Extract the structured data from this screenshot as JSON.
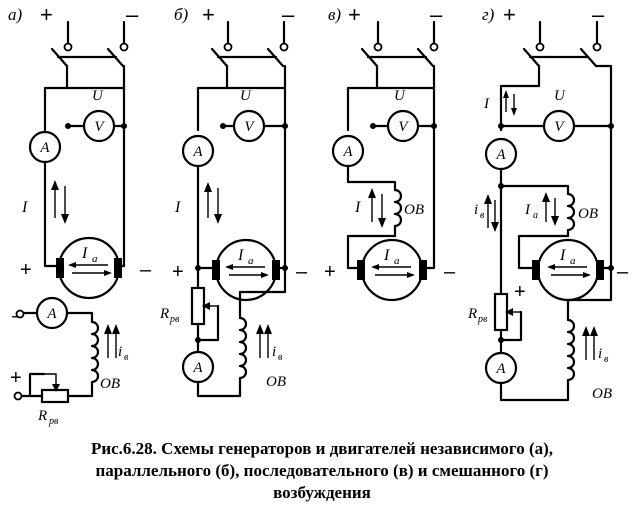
{
  "panels": [
    {
      "letter": "а)",
      "plus": "+",
      "minus": "–",
      "voltmeter": "V",
      "voltage_label": "U",
      "ammeter": "A",
      "current": "I",
      "armature_current": "I",
      "armature_sub": "a",
      "terminal_plus": "+",
      "terminal_minus": "–",
      "field_ammeter": "A",
      "field_minus": "–",
      "field_plus": "+",
      "field_current": "i",
      "field_sub": "в",
      "field_winding": "ОВ",
      "rheostat": "R",
      "rheostat_sub": "рв"
    },
    {
      "letter": "б)",
      "plus": "+",
      "minus": "–",
      "voltmeter": "V",
      "voltage_label": "U",
      "ammeter": "A",
      "current": "I",
      "armature_current": "I",
      "armature_sub": "a",
      "terminal_plus": "+",
      "terminal_minus": "–",
      "rheostat": "R",
      "rheostat_sub": "рв",
      "field_ammeter": "A",
      "field_current": "i",
      "field_sub": "в",
      "field_winding": "ОВ"
    },
    {
      "letter": "в)",
      "plus": "+",
      "minus": "–",
      "voltmeter": "V",
      "voltage_label": "U",
      "ammeter": "A",
      "current": "I",
      "field_winding": "ОВ",
      "armature_current": "I",
      "armature_sub": "a",
      "terminal_plus": "+",
      "terminal_minus": "–"
    },
    {
      "letter": "г)",
      "plus": "+",
      "minus": "–",
      "voltmeter": "V",
      "voltage_label": "U",
      "ammeter": "A",
      "current": "I",
      "field_current": "i",
      "field_sub": "в",
      "armature_current": "I",
      "armature_sub": "a",
      "series_winding": "ОВ",
      "terminal_plus": "+",
      "terminal_minus": "–",
      "rheostat": "R",
      "rheostat_sub": "рв",
      "field_ammeter": "A",
      "field_current2": "i",
      "field_sub2": "в",
      "field_winding": "ОВ"
    }
  ],
  "caption": {
    "line1": "Рис.6.28. Схемы генераторов и двигателей независимого (а),",
    "line2": "параллельного (б), последовательного (в) и смешанного (г)",
    "line3": "возбуждения"
  }
}
